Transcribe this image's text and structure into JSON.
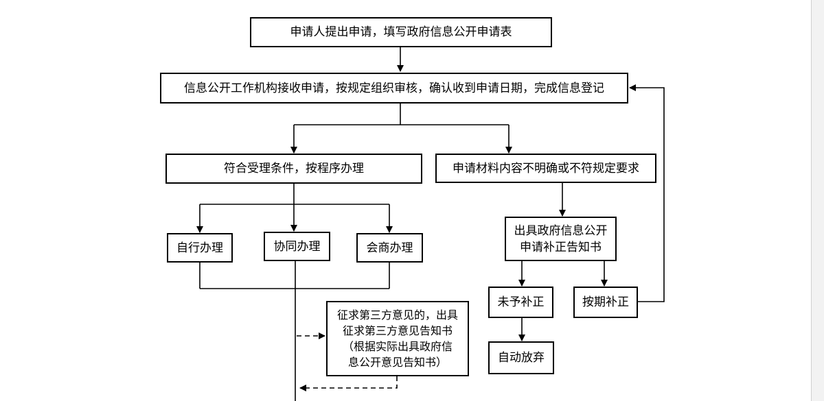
{
  "diagram": {
    "nodes": {
      "apply": "申请人提出申请，填写政府信息公开申请表",
      "receive": "信息公开工作机构接收申请，按规定组织审核，确认收到申请日期，完成信息登记",
      "accept": "符合受理条件，按程序办理",
      "unclear": "申请材料内容不明确或不符规定要求",
      "self": "自行办理",
      "joint": "协同办理",
      "consult": "会商办理",
      "notice_line1": "出具政府信息公开",
      "notice_line2": "申请补正告知书",
      "no_correction": "未予补正",
      "on_time": "按期补正",
      "abandon": "自动放弃",
      "third_line1": "征求第三方意见的，出具",
      "third_line2": "征求第三方意见告知书",
      "third_line3": "（根据实际出具政府信",
      "third_line4": "息公开意见告知书）"
    }
  }
}
